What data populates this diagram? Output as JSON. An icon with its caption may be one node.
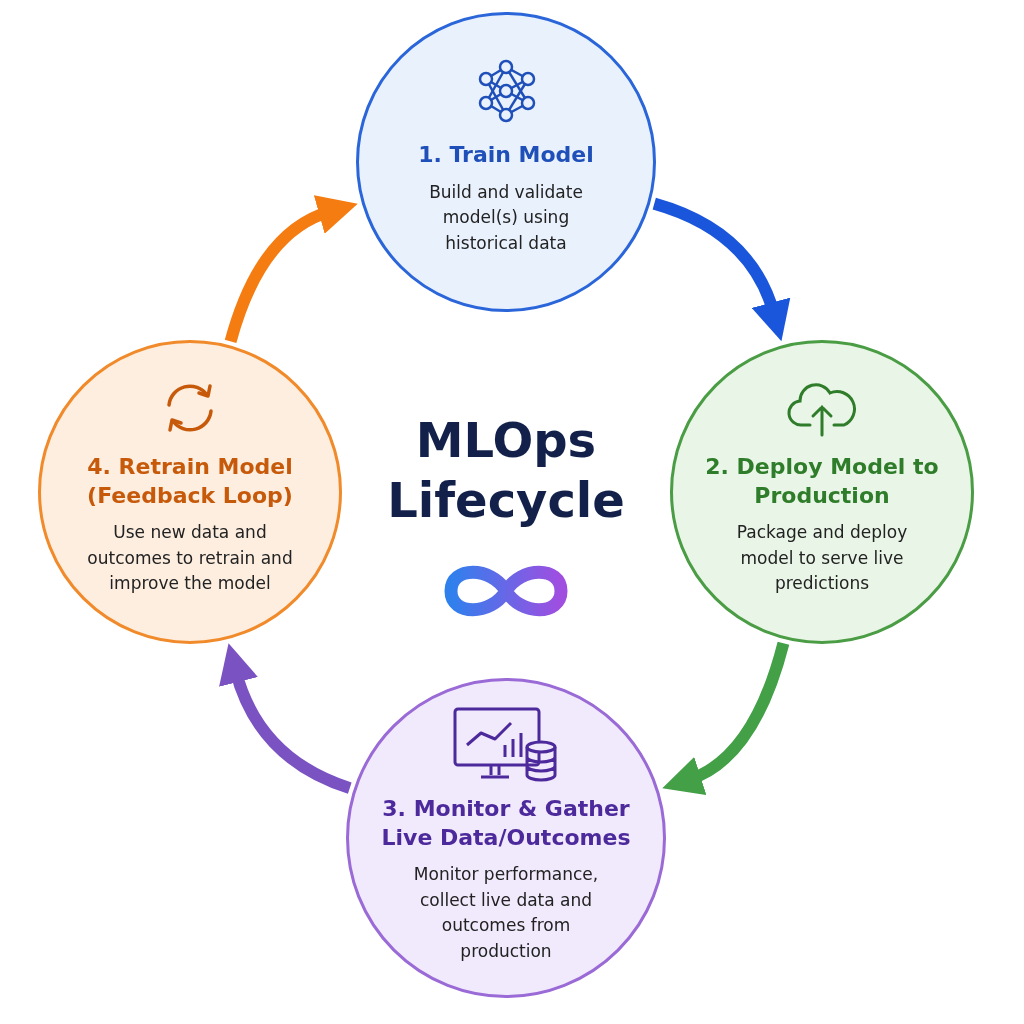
{
  "diagram": {
    "title": "MLOps Lifecycle",
    "nodes": [
      {
        "text": [
          "1. Train Model",
          "Build and validate model(s) using historical data"
        ]
      },
      {
        "text": [
          "2. Deploy Model to Production",
          "Package and deploy model to serve live predictions"
        ]
      },
      {
        "text": [
          "3. Monitor & Gather Live Data/Outcomes",
          "Monitor performance, collect live data and outcomes from production"
        ]
      },
      {
        "text": [
          "4. Retrain Model (Feedback Loop)",
          "Use new data and outcomes to retrain and improve the model"
        ]
      }
    ],
    "edges": [
      {
        "from": 0,
        "to": 1,
        "arrow": "to",
        "color": "#1a56db"
      },
      {
        "from": 1,
        "to": 2,
        "arrow": "to",
        "color": "#43a047"
      },
      {
        "from": 2,
        "to": 3,
        "arrow": "to",
        "color": "#7b52c2"
      },
      {
        "from": 3,
        "to": 0,
        "arrow": "to",
        "color": "#f57c10"
      }
    ]
  }
}
